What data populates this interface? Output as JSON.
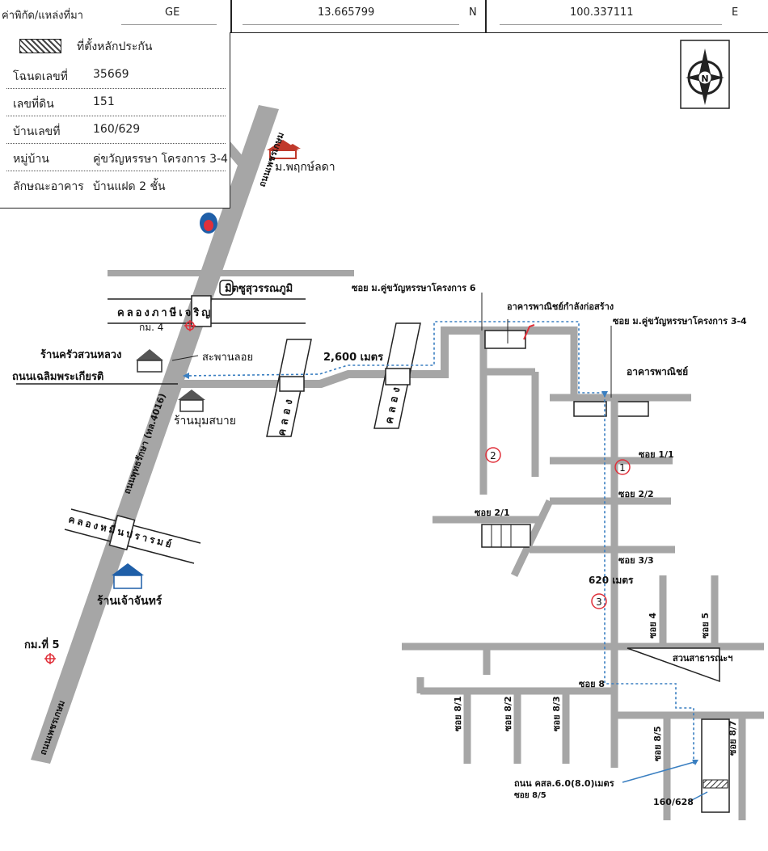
{
  "header": {
    "coord_label": "ค่าพิกัด/แหล่งที่มา",
    "source": "GE",
    "lat": "13.665799",
    "lat_unit": "N",
    "lon": "100.337111",
    "lon_unit": "E"
  },
  "info": {
    "legend_label": "ที่ตั้งหลักประกัน",
    "deed_label": "โฉนดเลขที่",
    "deed_value": "35669",
    "land_label": "เลขที่ดิน",
    "land_value": "151",
    "house_label": "บ้านเลขที่",
    "house_value": "160/629",
    "village_label": "หมู่บ้าน",
    "village_value": "คู่ขวัญหรรษา โครงการ 3-4",
    "building_label": "ลักษณะอาคาร",
    "building_value": "บ้านแฝด 2 ชั้น"
  },
  "map": {
    "compass_letter": "N",
    "highway_top": "ถนนเพชรเกษม",
    "highway_mid": "ถนนพุทธรักษา (ทล.4016)",
    "highway_bottom": "ถนนเพชรเกษม",
    "village_phruksa": "ม.พฤกษ์ลดา",
    "seven_eleven": "มิตซูสุวรรณภูมิ",
    "canal_phasi": "คลองภาษีเจริญ",
    "km4": "กม. 4",
    "restaurant": "ร้านครัวสวนหลวง",
    "floating_bridge": "สะพานลอย",
    "road_chaloem": "ถนนเฉลิมพระเกียรติ",
    "shop_mumsabai": "ร้านมุมสบาย",
    "canal_1": "คลอง",
    "canal_2": "คลอง",
    "dist_2600": "2,600 เมตร",
    "canal_bottom": "คลองหมื่นปรารมย์",
    "shop_chaojan": "ร้านเจ้าจันทร์",
    "km5": "กม.ที่ 5",
    "soi_project6": "ซอย ม.คู่ขวัญหรรษาโครงการ 6",
    "commercial_building_construct": "อาคารพาณิชย์กำลังก่อสร้าง",
    "soi_project34": "ซอย ม.คู่ขวัญหรรษาโครงการ 3-4",
    "commercial_building": "อาคารพาณิชย์",
    "soi_1_1": "ซอย 1/1",
    "soi_2_2": "ซอย 2/2",
    "soi_2_1": "ซอย 2/1",
    "soi_3_3": "ซอย 3/3",
    "dist_620": "620 เมตร",
    "soi_4": "ซอย 4",
    "soi_5": "ซอย 5",
    "public_park": "สวนสาธารณะฯ",
    "soi_8": "ซอย 8",
    "soi_8_1": "ซอย 8/1",
    "soi_8_2": "ซอย 8/2",
    "soi_8_3": "ซอย 8/3",
    "soi_8_5": "ซอย 8/5",
    "soi_8_7": "ซอย 8/7",
    "road_width": "ถนน คสล.6.0(8.0)เมตร",
    "road_width_soi": "ซอย 8/5",
    "neighbor_house": "160/628",
    "marker_1": "1",
    "marker_2": "2",
    "marker_3": "3"
  },
  "colors": {
    "road": "#a6a6a6",
    "route": "#3a7fc1",
    "marker": "#e0303a",
    "text": "#111111"
  }
}
